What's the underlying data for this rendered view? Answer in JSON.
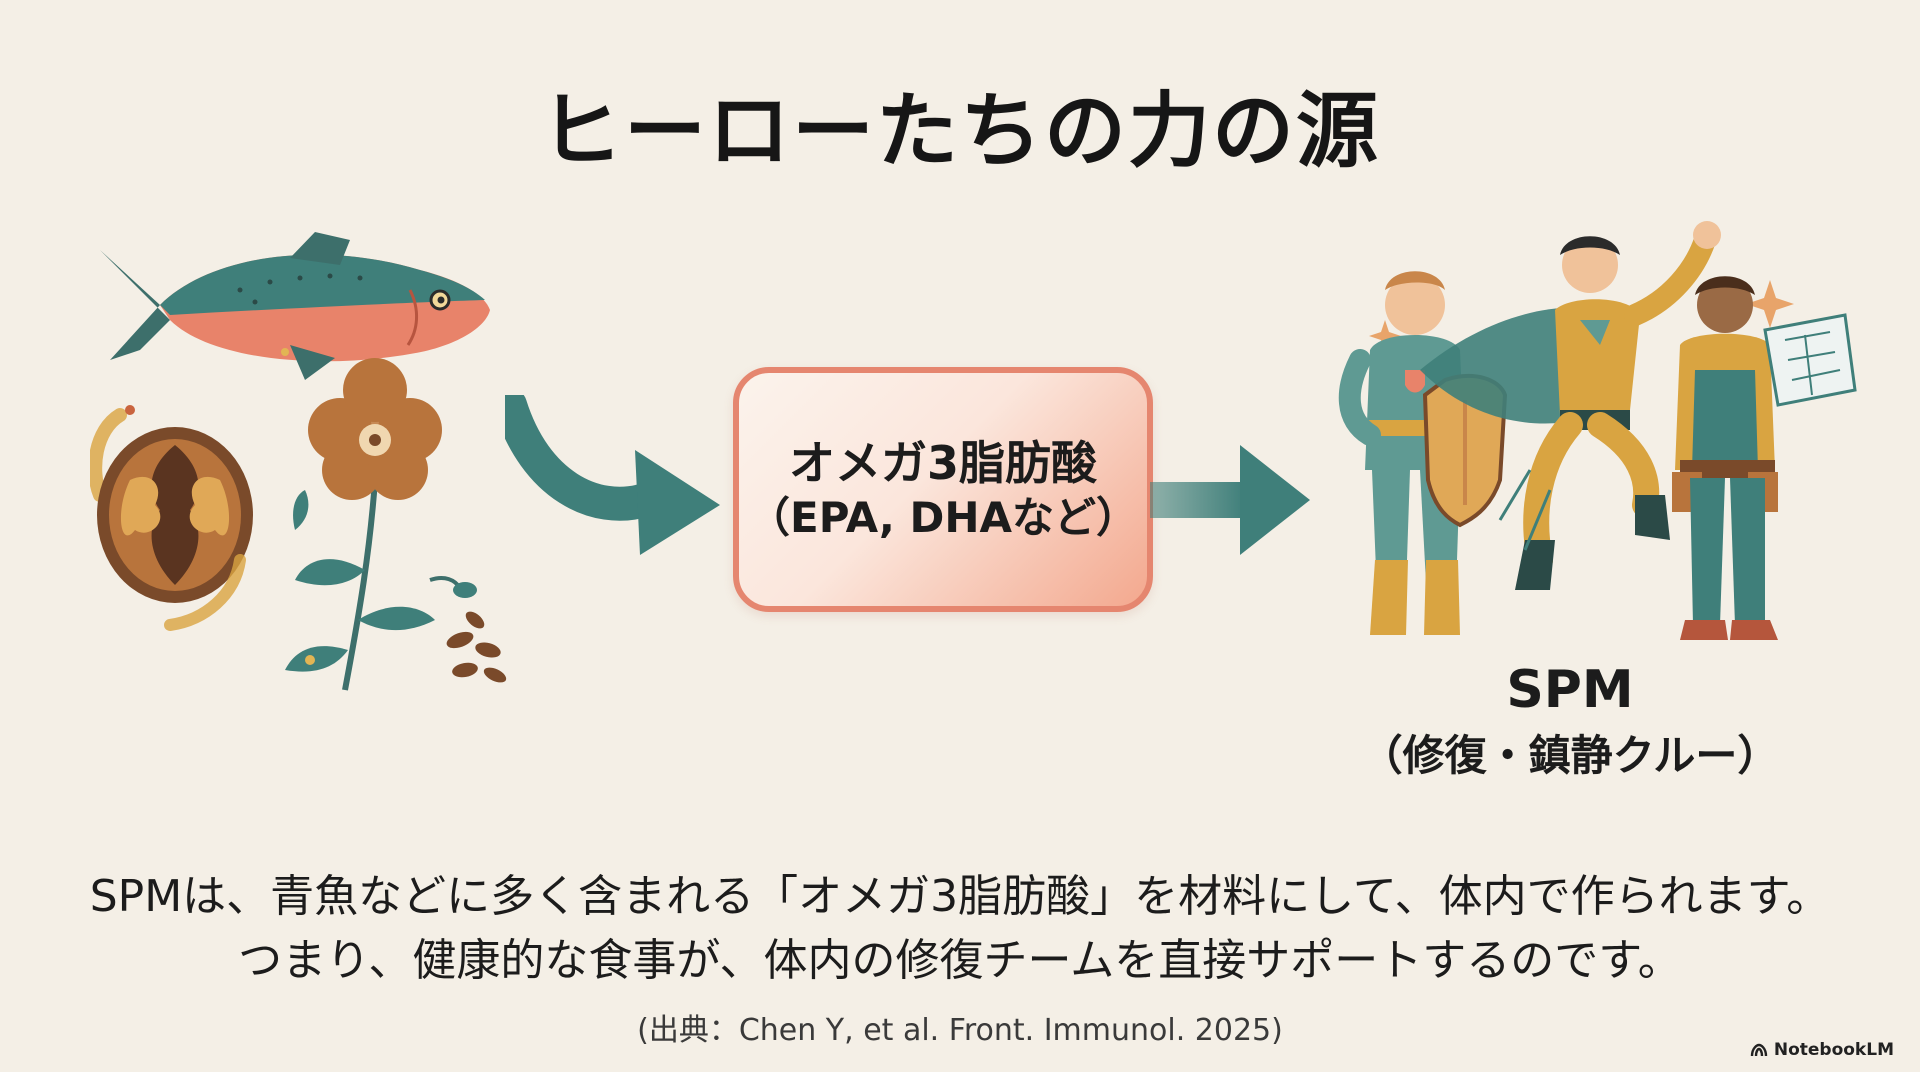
{
  "slide": {
    "title": "ヒーローたちの力の源",
    "omega_box": {
      "main": "オメガ3脂肪酸",
      "sub": "（EPA, DHAなど）"
    },
    "spm": {
      "label": "SPM",
      "sub": "（修復・鎮静クルー）"
    },
    "body": [
      "SPMは、青魚などに多く含まれる「オメガ3脂肪酸」を材料にして、体内で作られます。",
      "つまり、健康的な食事が、体内の修復チームを直接サポートするのです。"
    ],
    "citation": "(出典：Chen Y, et al. Front. Immunol. 2025)",
    "brand": "NotebookLM"
  },
  "icons": [
    "salmon-fish",
    "walnut",
    "flax-flower",
    "flax-seeds",
    "curved-arrow",
    "straight-arrow",
    "hero-team",
    "notebooklm-logo"
  ],
  "colors": {
    "background": "#f4efe6",
    "teal": "#3f7f7a",
    "coral": "#e5866f",
    "mustard": "#d9a441",
    "brown": "#7a4a2a"
  }
}
